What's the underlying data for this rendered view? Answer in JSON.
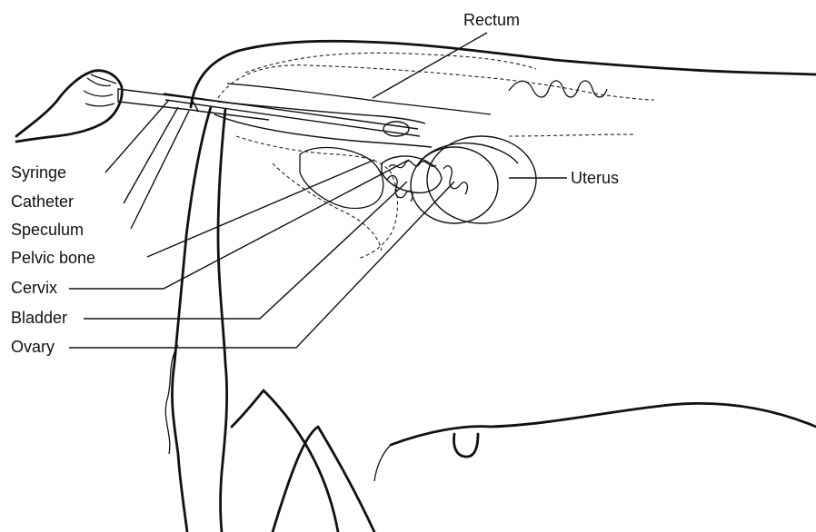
{
  "labels": {
    "rectum": "Rectum",
    "uterus": "Uterus",
    "syringe": "Syringe",
    "catheter": "Catheter",
    "speculum": "Speculum",
    "pelvic_bone": "Pelvic bone",
    "cervix": "Cervix",
    "bladder": "Bladder",
    "ovary": "Ovary"
  }
}
